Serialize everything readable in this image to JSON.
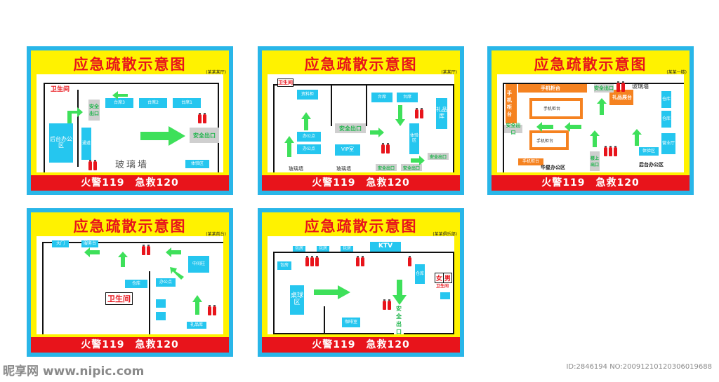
{
  "panels": [
    {
      "title": "应急疏散示意图",
      "subtitle": "(某某某厅)",
      "footer": "火警119　急救120",
      "labels": {
        "restroom": "卫生间",
        "exit_small": "安全出口",
        "exit_big": "安全出口",
        "table3": "台席3",
        "table2": "台席2",
        "table1": "台席1",
        "backstage": "后台办公区",
        "corridor": "通道",
        "glass_wall": "玻璃墙",
        "experience": "体验区"
      }
    },
    {
      "title": "应急疏散示意图",
      "subtitle": "(某某厅)",
      "footer": "火警119　急救120",
      "labels": {
        "restroom": "卫生间",
        "data_cabinet": "资料柜",
        "table_a": "台席",
        "table_b": "台席",
        "gift_store": "礼品库",
        "office1": "办公点",
        "office2": "办公点",
        "vip": "VIP室",
        "exit_mid": "安全出口",
        "experience": "体验区",
        "glass_wall1": "玻璃墙",
        "glass_wall2": "玻璃墙",
        "exit_b1": "安全出口",
        "exit_b2": "安全出口",
        "exit_r": "安全出口"
      }
    },
    {
      "title": "应急疏散示意图",
      "subtitle": "(某某一楼)",
      "footer": "火警119　急救120",
      "labels": {
        "phone_counter_top": "手机柜台",
        "phone_counter_left": "手机柜台",
        "phone_counter_mid1": "手机柜台",
        "phone_counter_mid2": "手机柜台",
        "phone_counter_bottom": "手机柜台",
        "gift_display": "礼品展台",
        "exit_top": "安全出口",
        "exit_left": "安全出口",
        "glass_wall": "玻璃墙",
        "store1": "仓库",
        "store2": "仓库",
        "shop": "营业厅",
        "experience": "体验区",
        "huaxing_office": "华星办公区",
        "upstairs_exit": "楼上出口",
        "backstage": "后台办公区"
      }
    },
    {
      "title": "应急疏散示意图",
      "subtitle": "(某某前台)",
      "footer": "火警119　急救120",
      "labels": {
        "gate": "大门",
        "counter": "服务台",
        "restroom": "卫生间",
        "storage": "仓库",
        "office": "办公点",
        "center_pillar": "中间柱",
        "gift": "礼品库"
      }
    },
    {
      "title": "应急疏散示意图",
      "subtitle": "(某某俱乐部)",
      "footer": "火警119　急救120",
      "labels": {
        "ktv": "KTV",
        "room1": "包房",
        "room2": "包房",
        "room3": "包房",
        "room4": "包房",
        "billiards": "桌球区",
        "cafe": "咖啡室",
        "female": "女",
        "male": "男",
        "restroom": "卫生间",
        "storage": "仓库",
        "exit": "安全出口"
      }
    }
  ],
  "watermark": {
    "logo": "昵享网 www.nipic.com",
    "id": "ID:2846194 NO:20091210120306019688"
  },
  "colors": {
    "frame": "#29b6e8",
    "board": "#fff200",
    "title": "#e8141b",
    "footer": "#e8141b",
    "room": "#25c6ef",
    "arrow": "#3ee05a",
    "counter": "#f58220"
  }
}
